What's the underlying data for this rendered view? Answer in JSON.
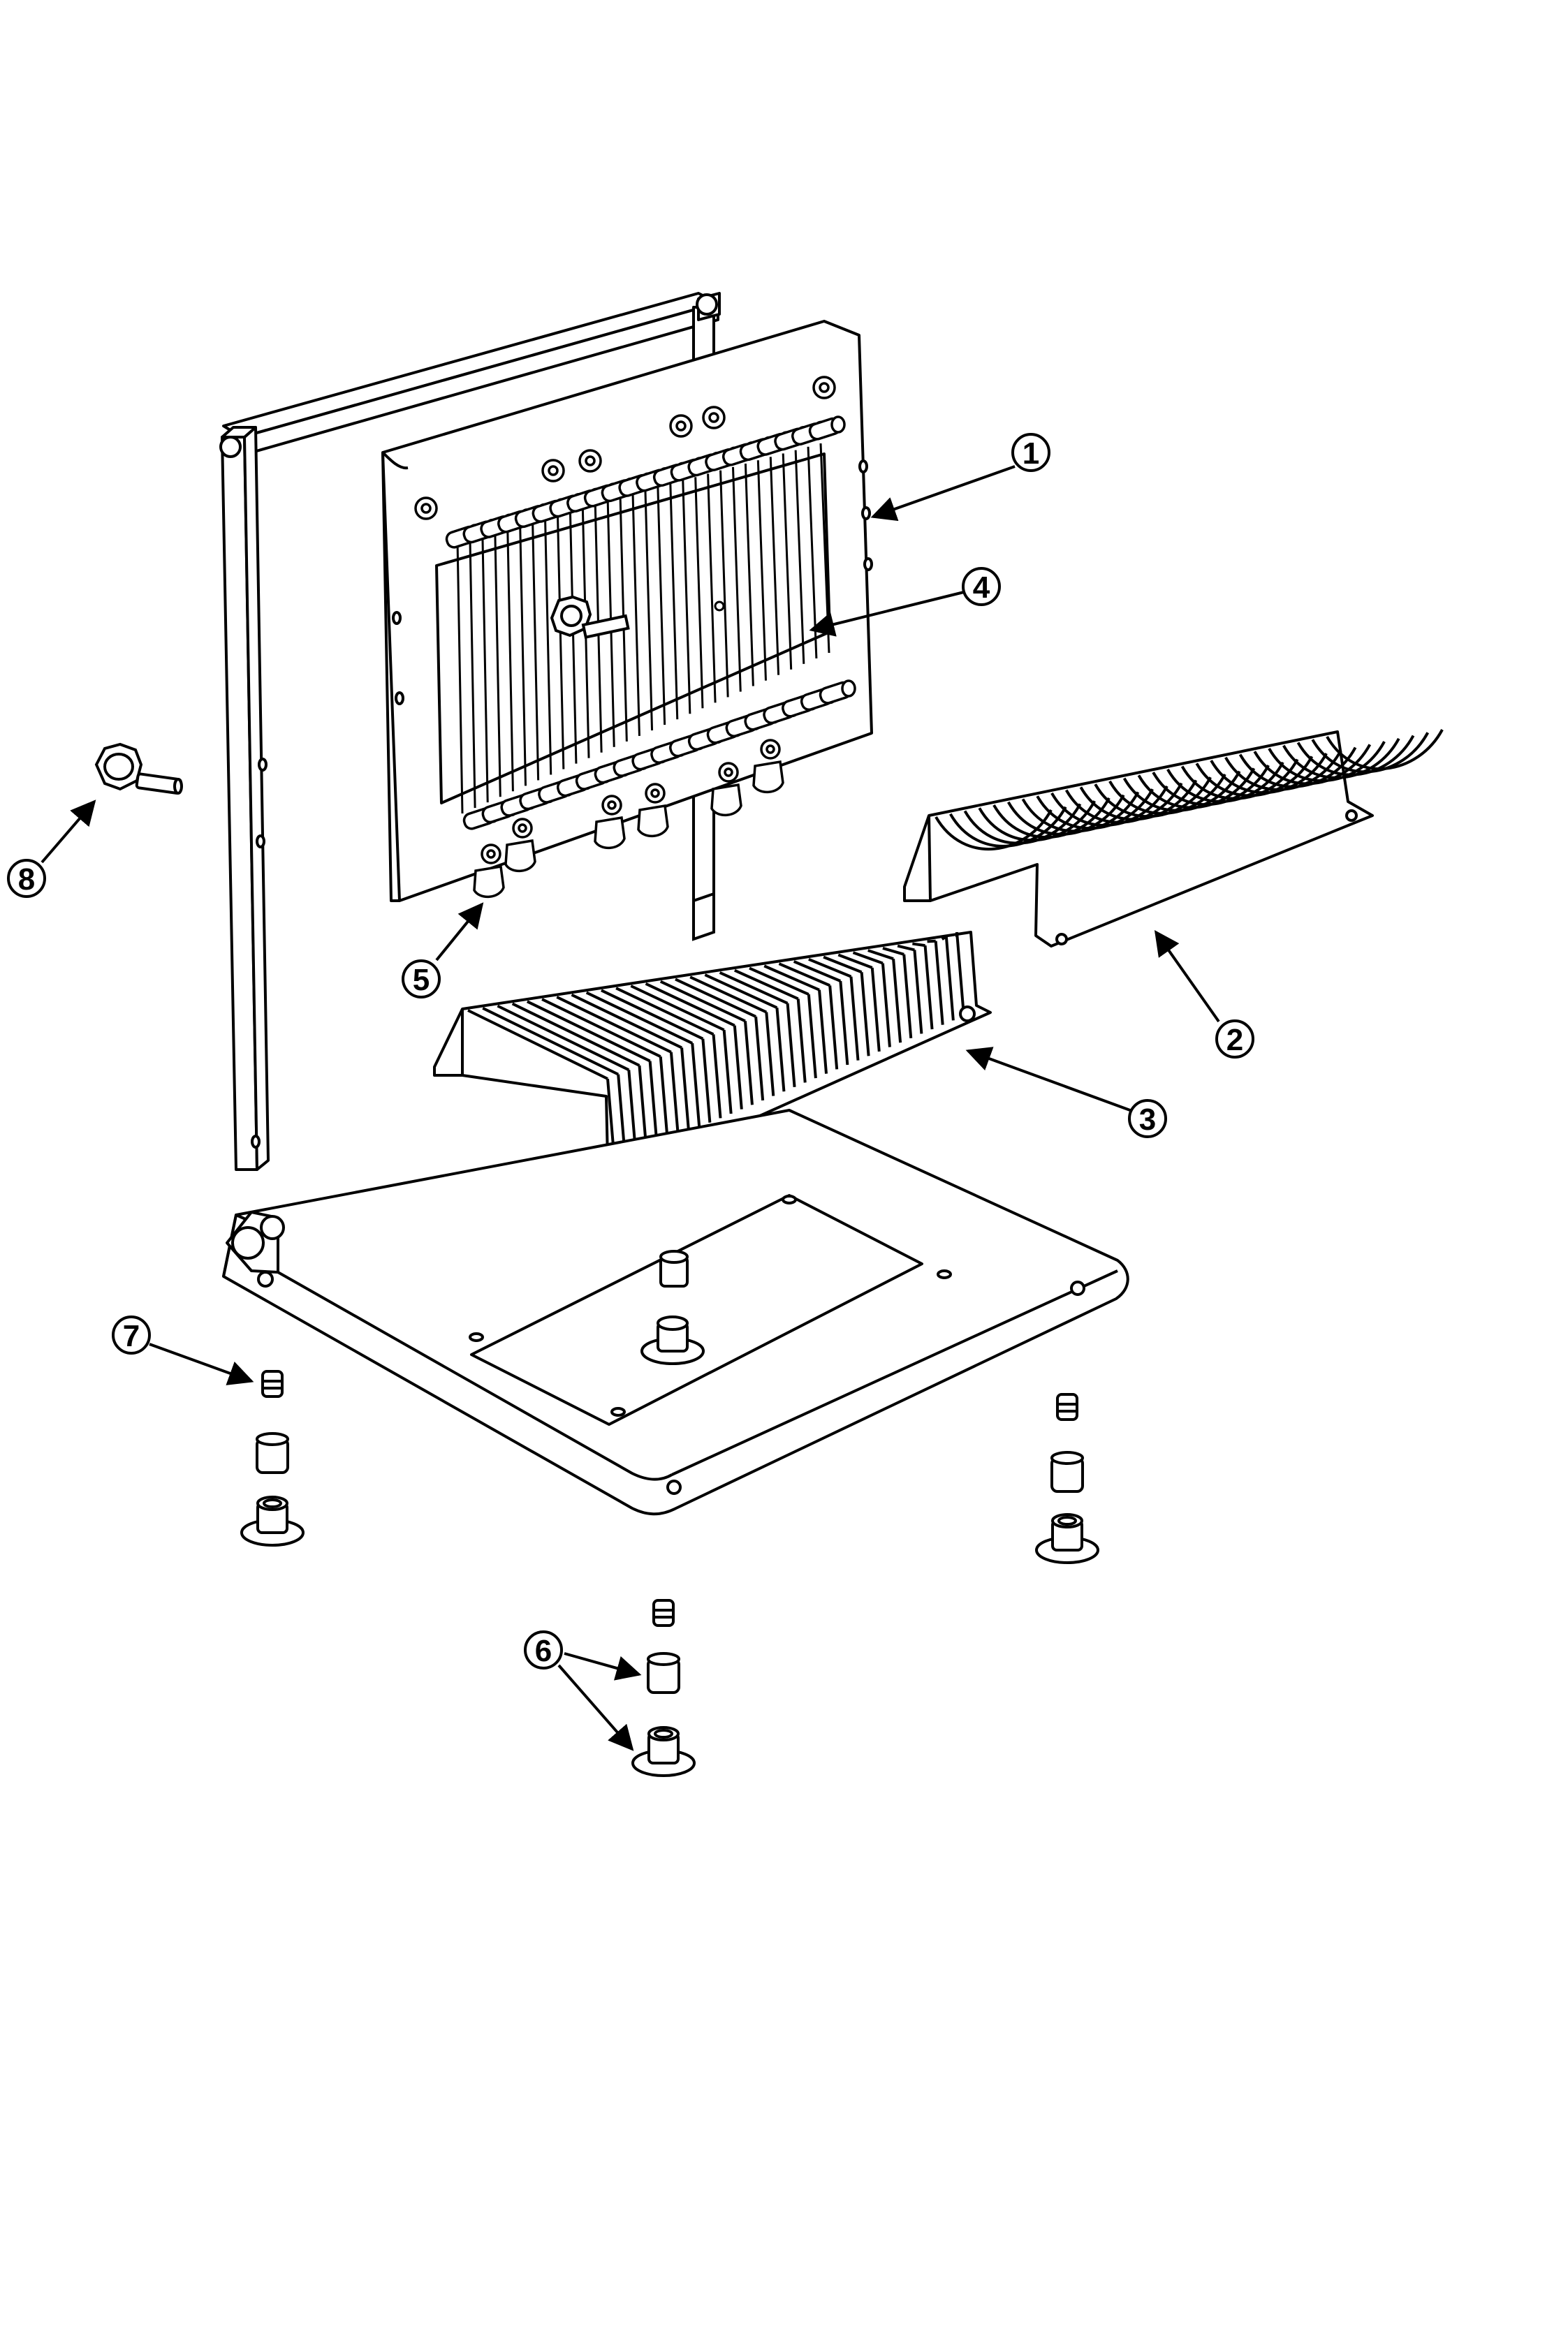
{
  "diagram": {
    "type": "exploded-assembly",
    "ink_color": "#000000",
    "background_color": "#ffffff",
    "callouts": [
      {
        "id": "callout-1",
        "label": "1"
      },
      {
        "id": "callout-2",
        "label": "2"
      },
      {
        "id": "callout-3",
        "label": "3"
      },
      {
        "id": "callout-4",
        "label": "4"
      },
      {
        "id": "callout-5",
        "label": "5"
      },
      {
        "id": "callout-6",
        "label": "6"
      },
      {
        "id": "callout-7",
        "label": "7"
      },
      {
        "id": "callout-8",
        "label": "8"
      }
    ]
  }
}
